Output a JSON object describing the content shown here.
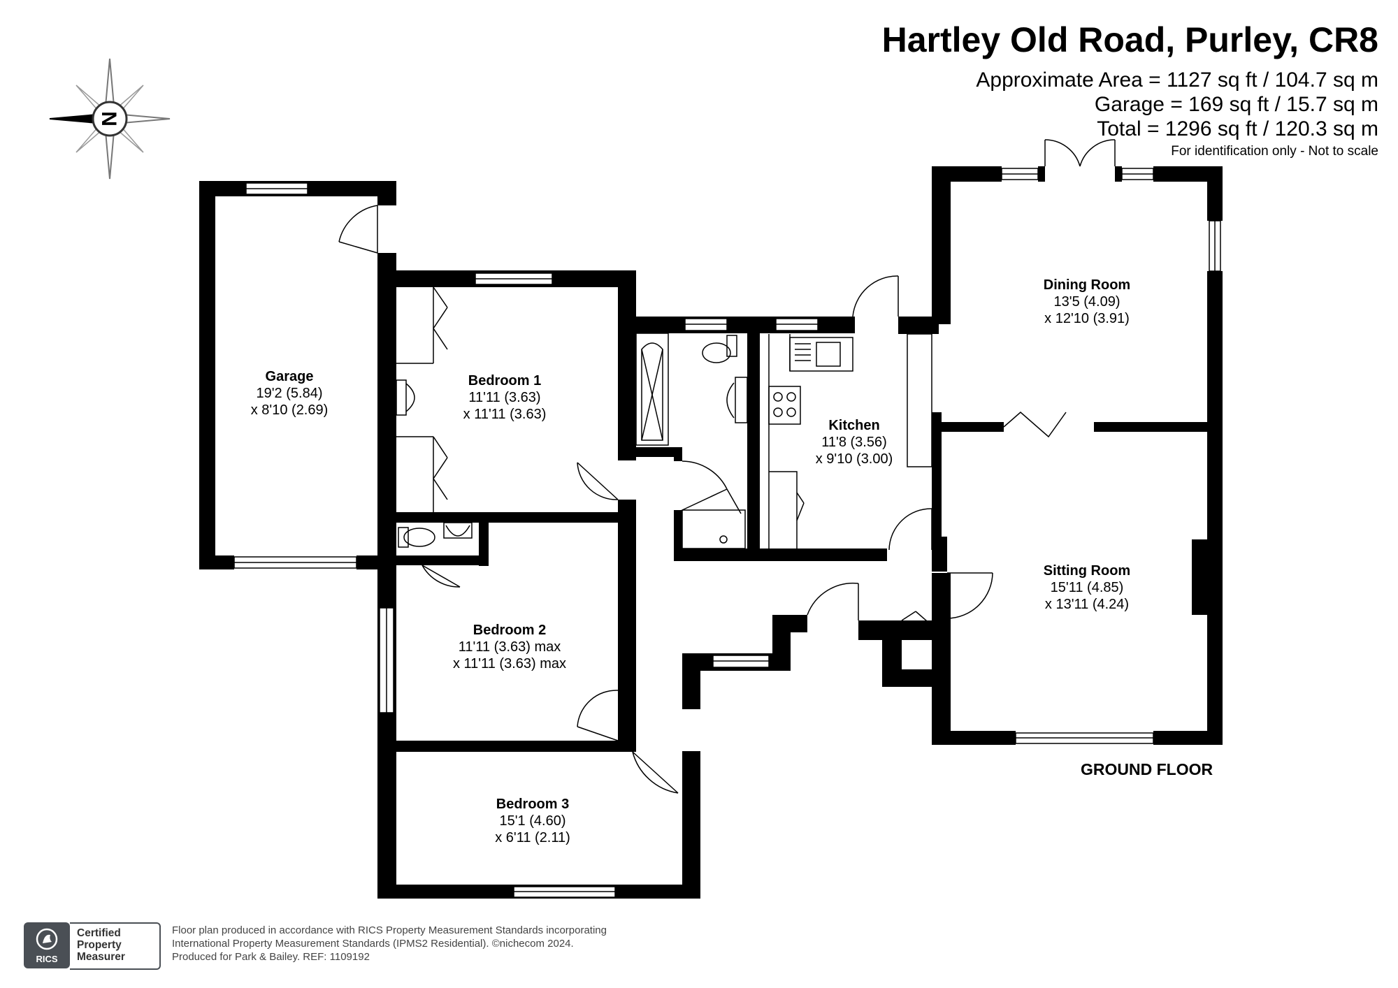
{
  "header": {
    "title": "Hartley Old Road, Purley, CR8",
    "approximate_area": "Approximate Area = 1127 sq ft / 104.7 sq m",
    "garage_area": "Garage = 169 sq ft / 15.7 sq m",
    "total_area": "Total = 1296 sq ft / 120.3 sq m",
    "scale_note": "For identification only - Not to scale"
  },
  "compass": {
    "letter": "N",
    "icon": "compass-rose-icon"
  },
  "rooms": {
    "garage": {
      "name": "Garage",
      "dim1": "19'2 (5.84)",
      "dim2": "x 8'10 (2.69)"
    },
    "bedroom1": {
      "name": "Bedroom 1",
      "dim1": "11'11 (3.63)",
      "dim2": "x 11'11 (3.63)"
    },
    "bedroom2": {
      "name": "Bedroom 2",
      "dim1": "11'11 (3.63) max",
      "dim2": "x 11'11 (3.63) max"
    },
    "bedroom3": {
      "name": "Bedroom 3",
      "dim1": "15'1 (4.60)",
      "dim2": "x 6'11 (2.11)"
    },
    "kitchen": {
      "name": "Kitchen",
      "dim1": "11'8 (3.56)",
      "dim2": "x 9'10 (3.00)"
    },
    "dining": {
      "name": "Dining Room",
      "dim1": "13'5 (4.09)",
      "dim2": "x 12'10 (3.91)"
    },
    "sitting": {
      "name": "Sitting Room",
      "dim1": "15'11 (4.85)",
      "dim2": "x 13'11 (4.24)"
    }
  },
  "floor_label": "GROUND FLOOR",
  "badge": {
    "logo_text": "RICS",
    "line1": "Certified",
    "line2": "Property",
    "line3": "Measurer"
  },
  "footer": {
    "line1": "Floor plan produced in accordance with RICS Property Measurement Standards incorporating",
    "line2": "International Property Measurement Standards (IPMS2 Residential).  ©nichecom 2024.",
    "line3": "Produced for Park & Bailey.  REF: 1109192"
  }
}
